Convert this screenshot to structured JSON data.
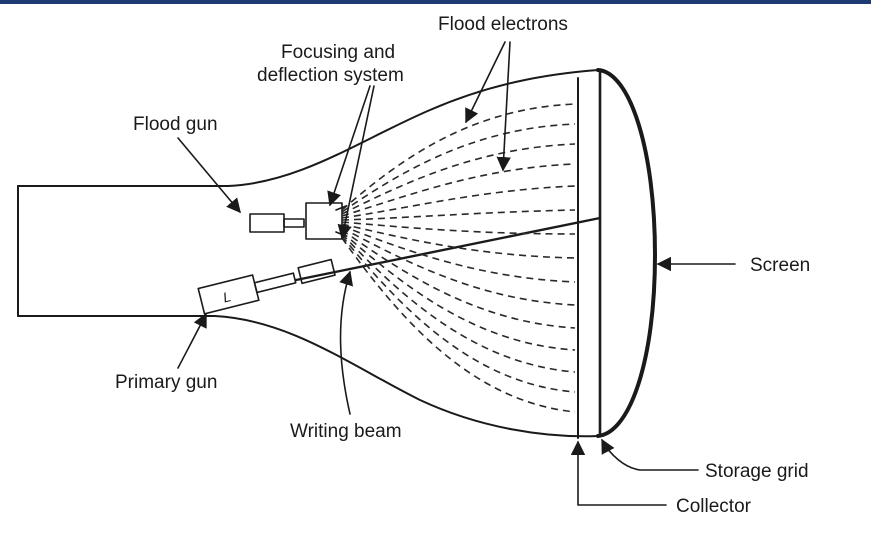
{
  "colors": {
    "top_bar": "#1f3b73",
    "ink": "#1a1a1a"
  },
  "labels": {
    "flood_electrons": "Flood electrons",
    "focusing_line1": "Focusing and",
    "focusing_line2": "deflection system",
    "flood_gun": "Flood gun",
    "screen": "Screen",
    "primary_gun": "Primary gun",
    "writing_beam": "Writing beam",
    "storage_grid": "Storage grid",
    "collector": "Collector",
    "gun_mark": "L"
  }
}
